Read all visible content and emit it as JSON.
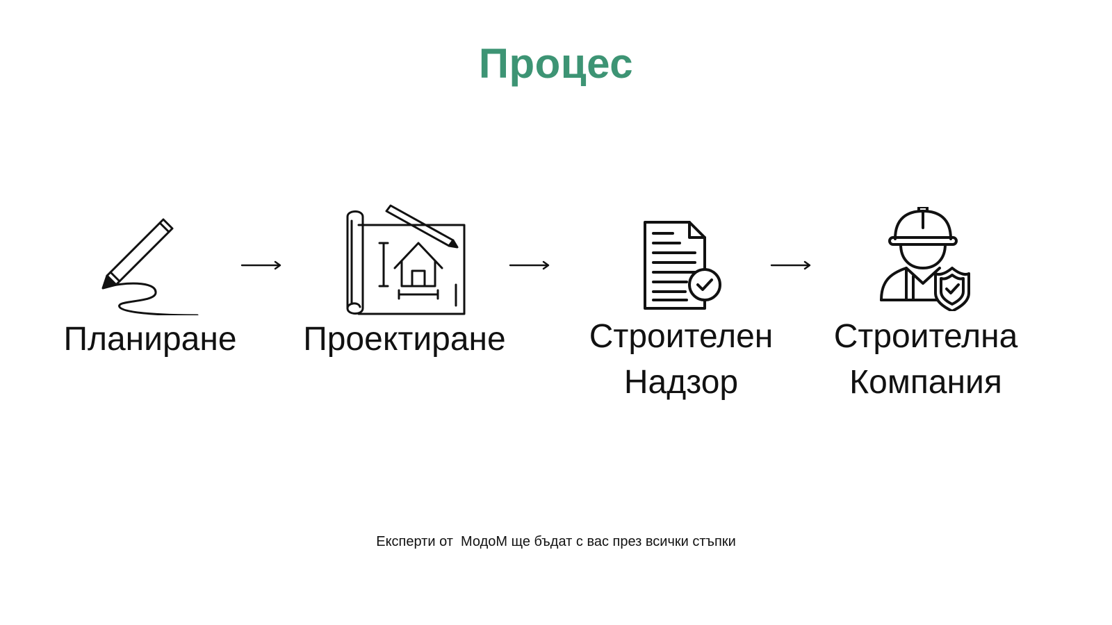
{
  "title": "Процес",
  "steps": [
    {
      "label": "Планиране",
      "icon": "pencil-signature-icon"
    },
    {
      "label": "Проектиране",
      "icon": "house-blueprint-icon"
    },
    {
      "label_line1": "Строителен",
      "label_line2": "Надзор",
      "icon": "document-check-icon"
    },
    {
      "label_line1": "Строителна",
      "label_line2": "Компания",
      "icon": "construction-worker-shield-icon"
    }
  ],
  "footer": "Експерти от  МодоМ ще бъдат с вас през всички стъпки",
  "colors": {
    "title": "#3d9474",
    "text": "#111111",
    "background": "#ffffff"
  }
}
